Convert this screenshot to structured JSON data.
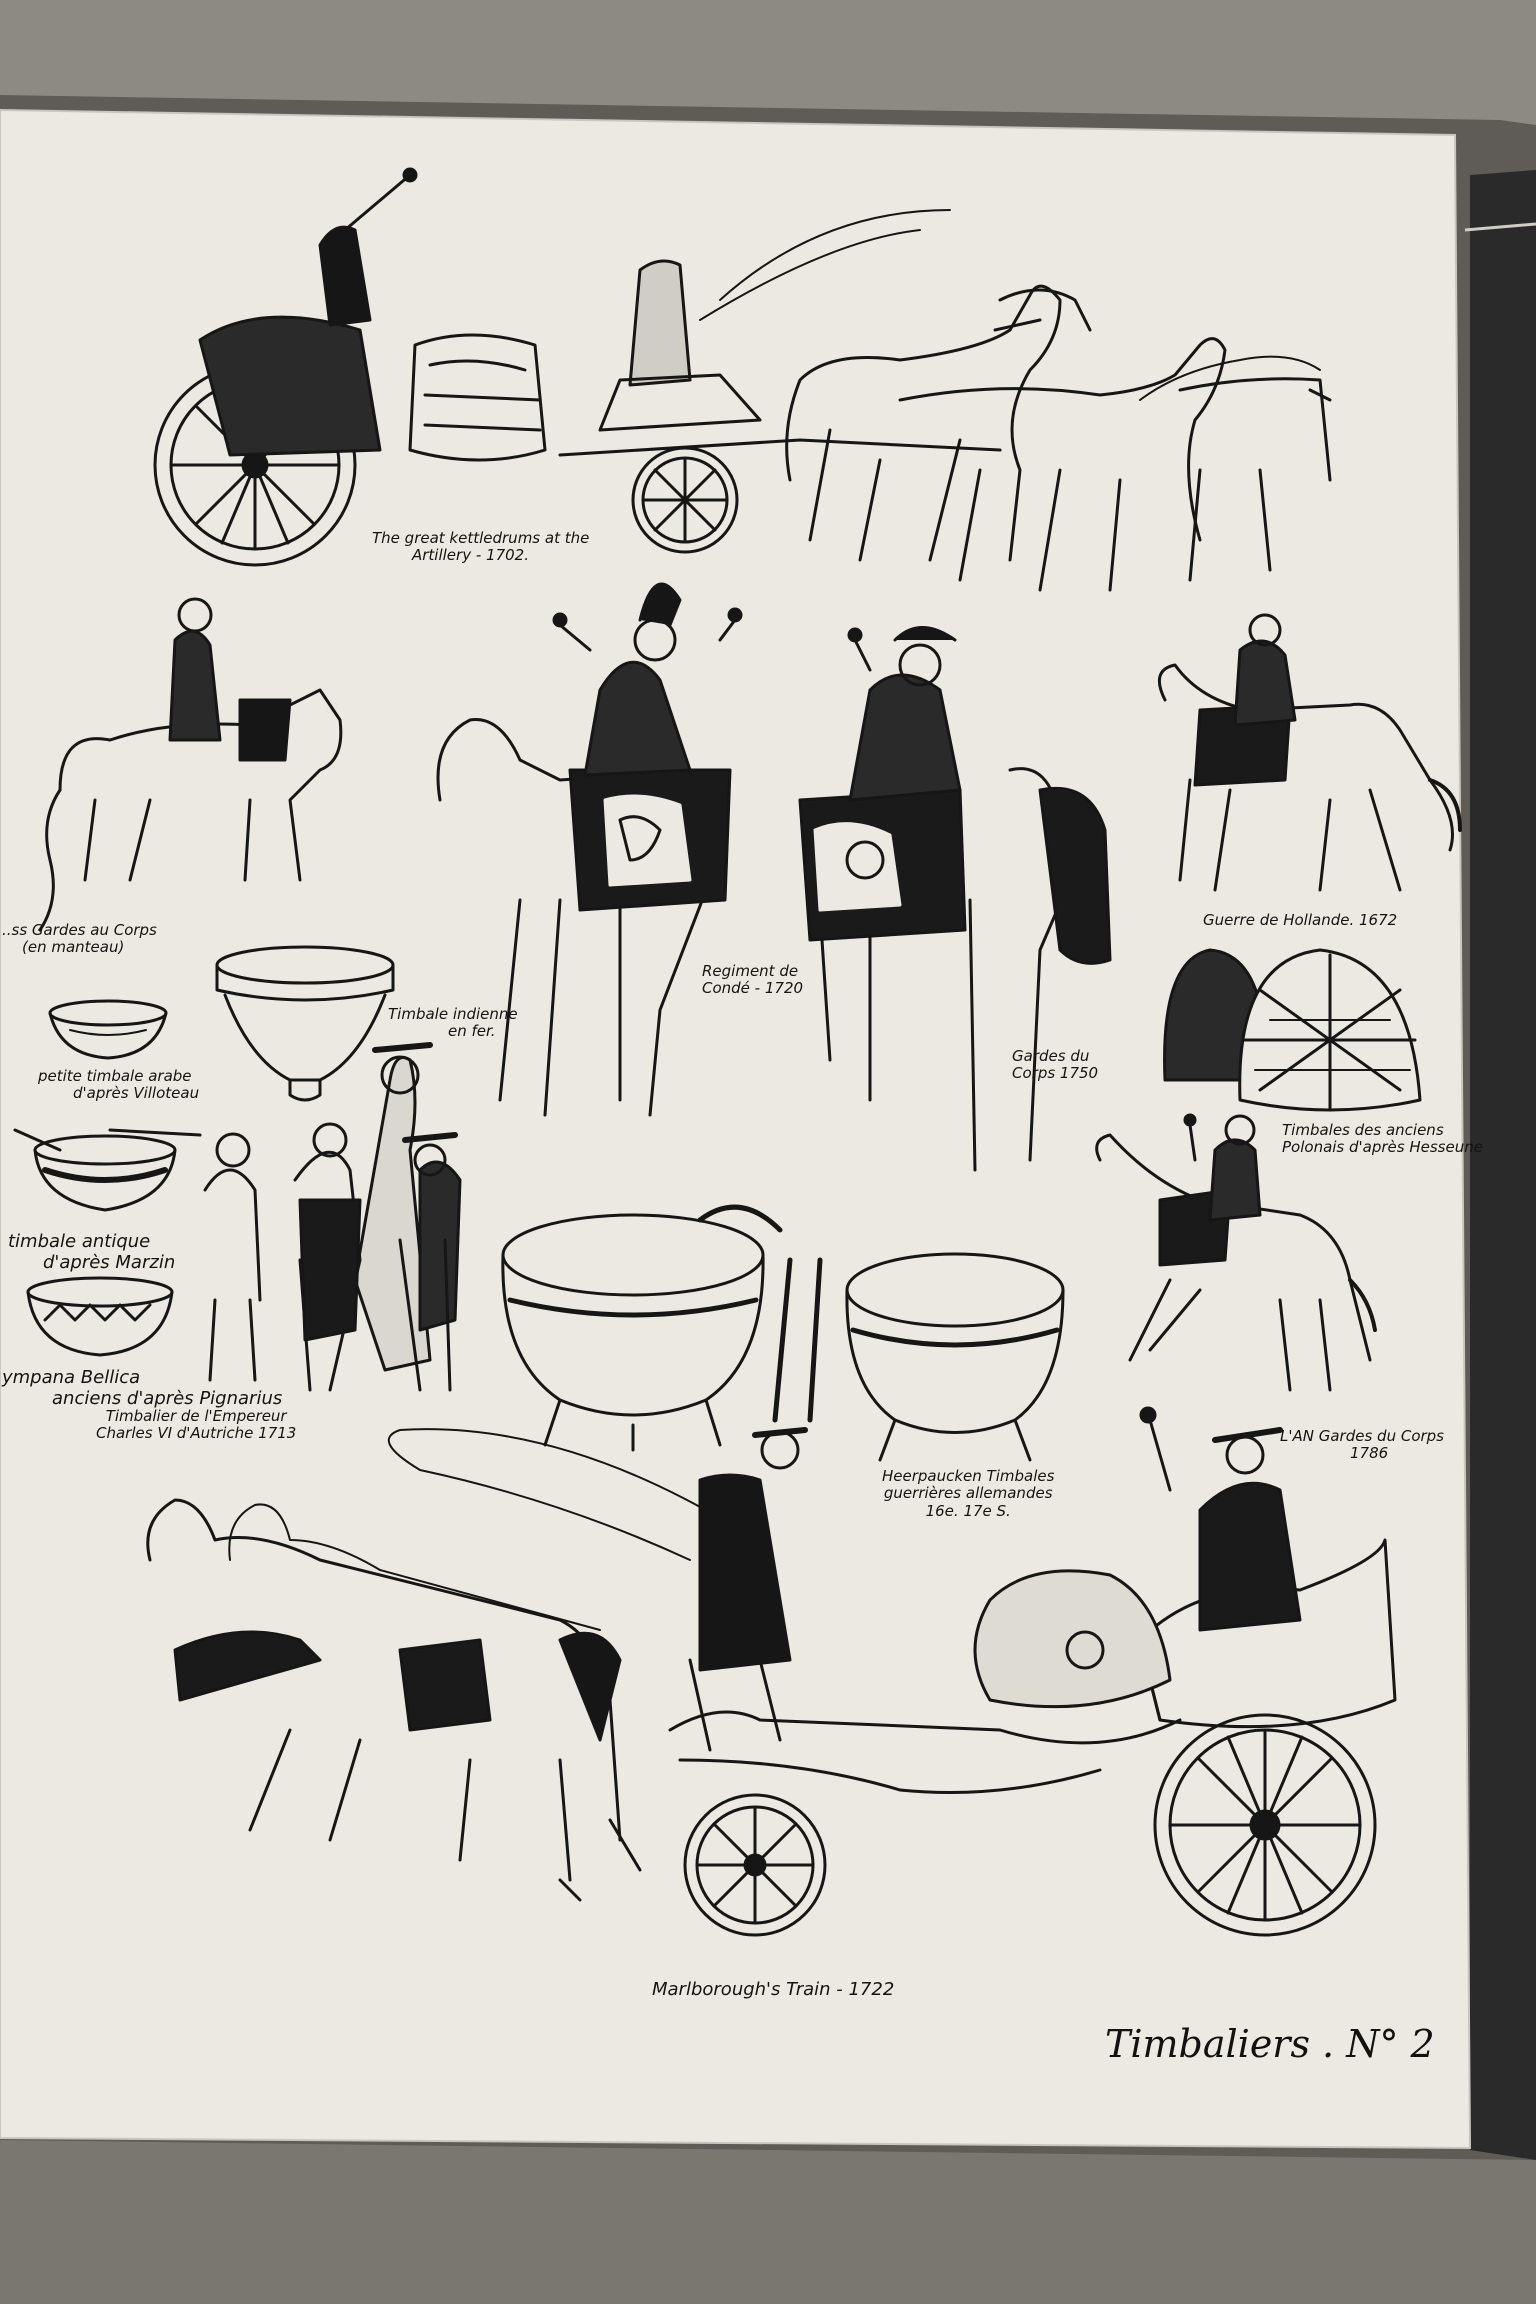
{
  "plate": {
    "title": "Timbaliers . N° 2"
  },
  "captions": {
    "great_kettledrums": [
      "The great kettledrums at the",
      "Artillery - 1702."
    ],
    "gardes_au_corps": [
      "..ss Gardes au Corps",
      "(en manteau)"
    ],
    "timbale_indienne": [
      "Timbale indienne",
      "en fer."
    ],
    "regiment_conde": [
      "Regiment de",
      "Condé - 1720"
    ],
    "gardes_du_corps_1750": [
      "Gardes du",
      "Corps 1750"
    ],
    "guerre_hollande": "Guerre de Hollande. 1672",
    "petite_timbale": [
      "petite timbale arabe",
      "d'après Villoteau"
    ],
    "timbale_antique": [
      "timbale antique",
      "d'après Marzin"
    ],
    "tympana_bellica": [
      "ympana Bellica",
      "anciens d'après Pignarius"
    ],
    "timbales_polonais": [
      "Timbales des anciens",
      "Polonais d'après Hesseune"
    ],
    "timbalier_empereur": [
      "Timbalier de l'Empereur",
      "Charles VI d'Autriche 1713"
    ],
    "heerpaucken": [
      "Heerpaucken Timbales",
      "guerrières allemandes",
      "16e. 17e S."
    ],
    "gardes_du_corps_1786": [
      "L'AN Gardes du Corps",
      "1786"
    ],
    "marlborough_train": "Marlborough's Train - 1722"
  },
  "colors": {
    "paper": "#ebe9e1",
    "ink": "#161616",
    "background": "#8d8a84"
  }
}
